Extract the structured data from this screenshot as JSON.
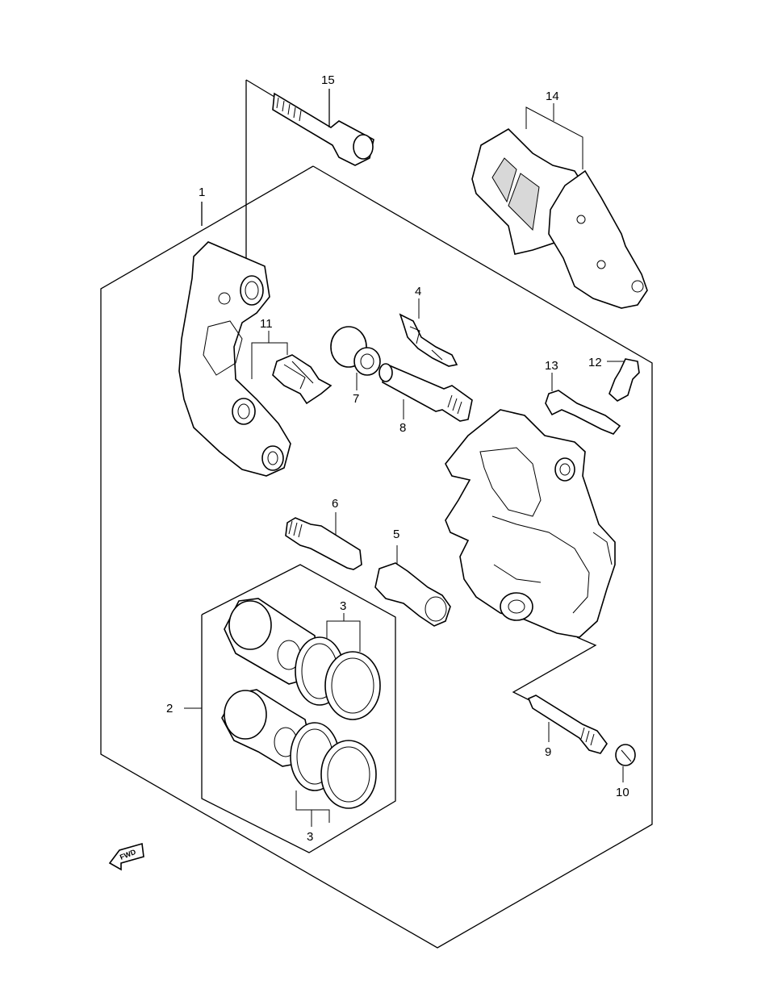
{
  "diagram": {
    "labels": [
      {
        "id": "p15",
        "text": "15"
      },
      {
        "id": "p14",
        "text": "14"
      },
      {
        "id": "p1",
        "text": "1"
      },
      {
        "id": "p4",
        "text": "4"
      },
      {
        "id": "p11",
        "text": "11"
      },
      {
        "id": "p7",
        "text": "7"
      },
      {
        "id": "p8",
        "text": "8"
      },
      {
        "id": "p13",
        "text": "13"
      },
      {
        "id": "p12",
        "text": "12"
      },
      {
        "id": "p6",
        "text": "6"
      },
      {
        "id": "p5",
        "text": "5"
      },
      {
        "id": "p3a",
        "text": "3"
      },
      {
        "id": "p2",
        "text": "2"
      },
      {
        "id": "p3b",
        "text": "3"
      },
      {
        "id": "p9",
        "text": "9"
      },
      {
        "id": "p10",
        "text": "10"
      }
    ],
    "fwd": "FWD",
    "colors": {
      "ink": "#000000",
      "paper": "#ffffff",
      "shade": "#d8d8d8"
    }
  }
}
